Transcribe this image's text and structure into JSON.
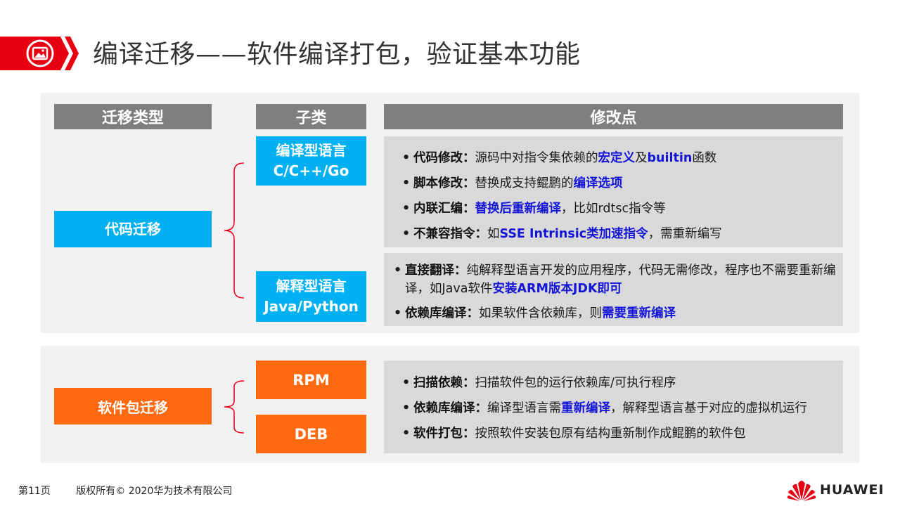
{
  "title": "编译迁移——软件编译打包，验证基本功能",
  "headers": {
    "migration_type": "迁移类型",
    "subclass": "子类",
    "modification_points": "修改点"
  },
  "code_migration": {
    "label": "代码迁移",
    "compiled": {
      "line1": "编译型语言",
      "line2": "C/C++/Go",
      "items": [
        {
          "key": "代码修改：",
          "parts": [
            "源码中对指令集依赖的",
            "宏定义",
            "及",
            "builtin",
            "函数"
          ]
        },
        {
          "key": "脚本修改：",
          "parts": [
            "替换成支持鲲鹏的",
            "编译选项"
          ]
        },
        {
          "key": "内联汇编：",
          "parts": [
            "替换后重新编译",
            "，比如rdtsc指令等"
          ]
        },
        {
          "key": "不兼容指令：",
          "parts": [
            "如",
            "SSE Intrinsic类加速指令",
            "，需重新编写"
          ]
        }
      ]
    },
    "interpreted": {
      "line1": "解释型语言",
      "line2": "Java/Python",
      "items": [
        {
          "key": "直接翻译：",
          "parts": [
            "纯解释型语言开发的应用程序，代码无需修改，程序也不需要重新编译，如Java软件",
            "安装ARM版本JDK即可"
          ]
        },
        {
          "key": "依赖库编译：",
          "parts": [
            "如果软件含依赖库，则",
            "需要重新编译"
          ]
        }
      ]
    }
  },
  "package_migration": {
    "label": "软件包迁移",
    "rpm": "RPM",
    "deb": "DEB",
    "items": [
      {
        "key": "扫描依赖：",
        "parts": [
          "扫描软件包的运行依赖库/可执行程序"
        ]
      },
      {
        "key": "依赖库编译：",
        "parts": [
          "编译型语言需",
          "重新编译",
          "，解释型语言基于对应的虚拟机运行"
        ]
      },
      {
        "key": "软件打包：",
        "parts": [
          "按照软件安装包原有结构重新制作成鲲鹏的软件包"
        ]
      }
    ]
  },
  "footer": {
    "page": "第11页",
    "copyright": "版权所有© 2020华为技术有限公司",
    "brand": "HUAWEI"
  },
  "colors": {
    "accent_red": "#e60012",
    "blue_box": "#00b0f0",
    "orange_box": "#ff6a10",
    "header_gray": "#7f7f7f",
    "highlight_blue": "#1414d8"
  },
  "icons": {
    "header": "image-icon",
    "logo": "huawei-logo-icon"
  }
}
